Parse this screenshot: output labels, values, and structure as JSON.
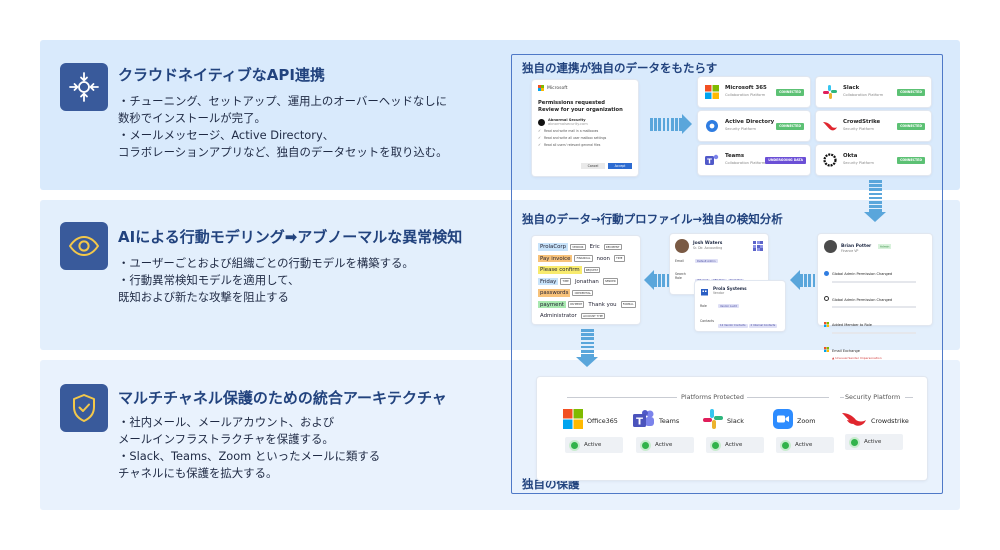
{
  "sections": [
    {
      "title": "クラウドネイティブなAPI連携",
      "icon": "focus-arrows-icon",
      "bullets": [
        "・チューニング、セットアップ、運用上のオーバーヘッドなしに",
        "数秒でインストールが完了。",
        "・メールメッセージ、Active Directory、",
        "コラボレーションアプリなど、独自のデータセットを取り込む。"
      ]
    },
    {
      "title": "AIによる行動モデリング➡アブノーマルな異常検知",
      "icon": "eye-icon",
      "bullets": [
        "・ユーザーごとおよび組織ごとの行動モデルを構築する。",
        "・行動異常検知モデルを適用して、",
        "既知および新たな攻撃を阻止する"
      ]
    },
    {
      "title": "マルチチャネル保護のための統合アーキテクチャ",
      "icon": "shield-check-icon",
      "bullets": [
        "・社内メール、メールアカウント、および",
        "メールインフラストラクチャを保護する。",
        "・Slack、Teams、Zoom といったメールに類する",
        "チャネルにも保護を拡大する。"
      ]
    }
  ],
  "right": {
    "label1": "独自の連携が独自のデータをもたらす",
    "label2": "独自のデータ→行動プロファイル→独自の検知分析",
    "label3": "独自の保護"
  },
  "ms_card": {
    "brand": "Microsoft",
    "title_line1": "Permissions requested",
    "title_line2": "Review for your organization",
    "app_name": "Abnormal Security",
    "app_domain": "abnormalsecurity.com",
    "perms": [
      "Read and write mail in a mailboxes",
      "Read and write all user mailbox settings",
      "Read all users' relevant general files"
    ],
    "cancel": "Cancel",
    "accept": "Accept"
  },
  "integrations": [
    {
      "name": "Microsoft 365",
      "type": "Collaboration Platform",
      "status": "CONNECTED",
      "icon": "microsoft-icon"
    },
    {
      "name": "Slack",
      "type": "Collaboration Platform",
      "status": "CONNECTED",
      "icon": "slack-icon"
    },
    {
      "name": "Active Directory",
      "type": "Security Platform",
      "status": "CONNECTED",
      "icon": "active-directory-icon"
    },
    {
      "name": "CrowdStrike",
      "type": "Security Platform",
      "status": "CONNECTED",
      "icon": "crowdstrike-icon"
    },
    {
      "name": "Teams",
      "type": "Collaboration Platform",
      "status": "UNDERGOING DATA",
      "icon": "teams-icon"
    },
    {
      "name": "Okta",
      "type": "Security Platform",
      "status": "CONNECTED",
      "icon": "okta-icon"
    }
  ],
  "tag_rows": [
    [
      {
        "t": "ProlaCorp",
        "c": "blue"
      },
      {
        "tag": "VENDOR"
      },
      {
        "t": "Eric",
        "c": "plain"
      },
      {
        "tag": "RECIPIENT"
      }
    ],
    [
      {
        "t": "Pay invoice",
        "c": "orange"
      },
      {
        "tag": "FINANCIAL"
      },
      {
        "t": "noon",
        "c": "plain"
      },
      {
        "tag": "TIME"
      }
    ],
    [
      {
        "t": "Please confirm",
        "c": "yellow"
      },
      {
        "tag": "REQUEST"
      }
    ],
    [
      {
        "t": "Friday",
        "c": "blue"
      },
      {
        "tag": "TIME"
      },
      {
        "t": "Jonathan",
        "c": "plain"
      },
      {
        "tag": "SENDER"
      }
    ],
    [
      {
        "t": "passwords",
        "c": "orange"
      },
      {
        "tag": "CREDENTIAL"
      }
    ],
    [
      {
        "t": "payment",
        "c": "green"
      },
      {
        "tag": "PAYMENT"
      },
      {
        "t": "Thank you",
        "c": "plain"
      },
      {
        "tag": "FORMAL"
      }
    ],
    [
      {
        "t": "Administrator",
        "c": "plain"
      },
      {
        "tag": "ACCOUNT TYPE"
      }
    ]
  ],
  "profile_josh": {
    "name": "Josh Waters",
    "role": "Sr. Dir. Accounting",
    "email_label": "Email",
    "apps_label": "Search Role",
    "chips_top": [
      "Default Admin"
    ],
    "chips": [
      "IDS Acct",
      "ABC Rule",
      "Slack Eng"
    ]
  },
  "profile_prola": {
    "name": "Prola Systems",
    "type": "Vendor",
    "row1_label": "Role",
    "row1_chips": [
      "Vendor Audit"
    ],
    "row2_label": "Contacts",
    "row2_chips": [
      "12 Vendor Contacts",
      "2 Internal Contacts"
    ]
  },
  "profile_brian": {
    "name": "Brian Potter",
    "badge": "Admin",
    "role": "Finance VP",
    "events": [
      "Global Admin Permission Changed",
      "Global Admin Permission Changed",
      "Added Member to Role",
      "Email Exchange"
    ],
    "alert": "Unusual Sender Impersonation"
  },
  "protected": {
    "group1": "Platforms Protected",
    "group2": "Security Platform",
    "items": [
      {
        "name": "Office365",
        "status": "Active",
        "icon": "office365-icon"
      },
      {
        "name": "Teams",
        "status": "Active",
        "icon": "teams-icon"
      },
      {
        "name": "Slack",
        "status": "Active",
        "icon": "slack-icon"
      },
      {
        "name": "Zoom",
        "status": "Active",
        "icon": "zoom-icon"
      },
      {
        "name": "Crowdstrike",
        "status": "Active",
        "icon": "crowdstrike-icon"
      }
    ]
  }
}
